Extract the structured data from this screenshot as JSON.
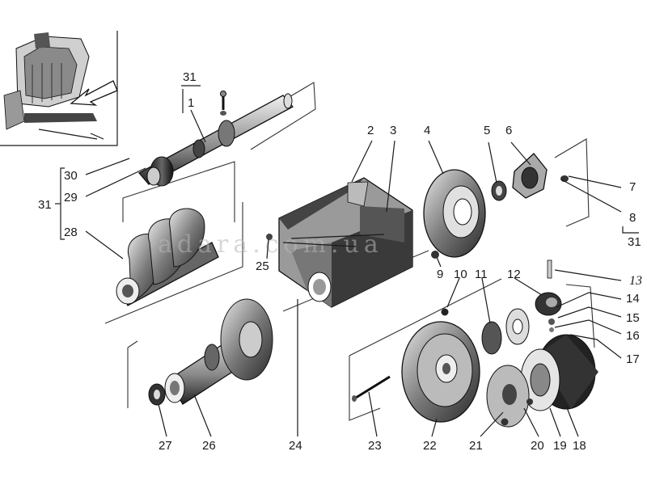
{
  "labels": {
    "l1": "1",
    "l2": "2",
    "l3": "3",
    "l4": "4",
    "l5": "5",
    "l6": "6",
    "l7": "7",
    "l8": "8",
    "l9": "9",
    "l10": "10",
    "l11": "11",
    "l12": "12",
    "l13": "13",
    "l14": "14",
    "l15": "15",
    "l16": "16",
    "l17": "17",
    "l18": "18",
    "l19": "19",
    "l20": "20",
    "l21": "21",
    "l22": "22",
    "l23": "23",
    "l24": "24",
    "l25": "25",
    "l26": "26",
    "l27": "27",
    "l28": "28",
    "l29": "29",
    "l30": "30",
    "l31_top": "31",
    "l31_left": "31",
    "l31_right": "31"
  },
  "watermark": "adara.com.ua",
  "colors": {
    "ink": "#1a1a1a",
    "paper": "#ffffff",
    "shade": "#555555"
  }
}
